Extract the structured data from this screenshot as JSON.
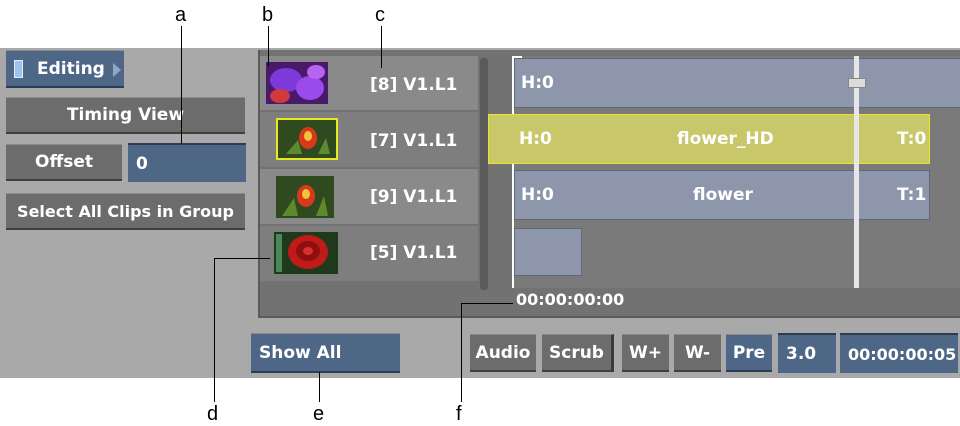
{
  "callouts": {
    "a": "a",
    "b": "b",
    "c": "c",
    "d": "d",
    "e": "e",
    "f": "f"
  },
  "left_panel": {
    "mode_button": "Editing",
    "timing_view_button": "Timing View",
    "offset_label": "Offset",
    "offset_value": "0",
    "select_all_button": "Select All Clips in Group"
  },
  "clips": [
    {
      "label": "[8] V1.L1",
      "head": "H:0",
      "name": "",
      "tail": "",
      "thumb": "purple-flowers"
    },
    {
      "label": "[7] V1.L1",
      "head": "H:0",
      "name": "flower_HD",
      "tail": "T:0",
      "thumb": "red-tulip"
    },
    {
      "label": "[9] V1.L1",
      "head": "H:0",
      "name": "flower",
      "tail": "T:1",
      "thumb": "red-tulip"
    },
    {
      "label": "[5] V1.L1",
      "head": "",
      "name": "",
      "tail": "",
      "thumb": "red-rose"
    }
  ],
  "timecode_start": "00:00:00:00",
  "bottom_bar": {
    "show_all": "Show All",
    "audio": "Audio",
    "scrub": "Scrub",
    "w_plus": "W+",
    "w_minus": "W-",
    "pre": "Pre",
    "value": "3.0",
    "timecode": "00:00:00:05"
  },
  "colors": {
    "panel": "#a9a9a9",
    "button": "#6c6c6c",
    "accent_blue": "#4f6787",
    "selected_clip": "#c8c86a",
    "clip": "#8e96ac"
  }
}
